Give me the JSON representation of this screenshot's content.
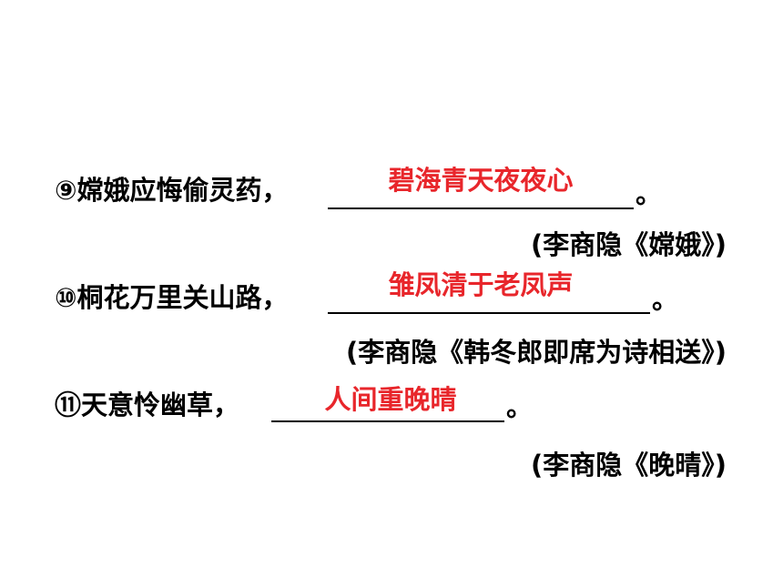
{
  "style": {
    "answer_color": "#e8262b",
    "text_color": "#000000"
  },
  "items": [
    {
      "prompt": "⑨嫦娥应悔偷灵药，",
      "answer": "碧海青天夜夜心",
      "end": "。",
      "source": "(李商隐《嫦娥》)"
    },
    {
      "prompt": "⑩桐花万里关山路，",
      "answer": "雏凤清于老凤声",
      "end": "。",
      "source": "(李商隐《韩冬郎即席为诗相送》)"
    },
    {
      "prompt": "⑪天意怜幽草，",
      "answer": "人间重晚晴",
      "end": "。",
      "source": "(李商隐《晚晴》)"
    }
  ]
}
